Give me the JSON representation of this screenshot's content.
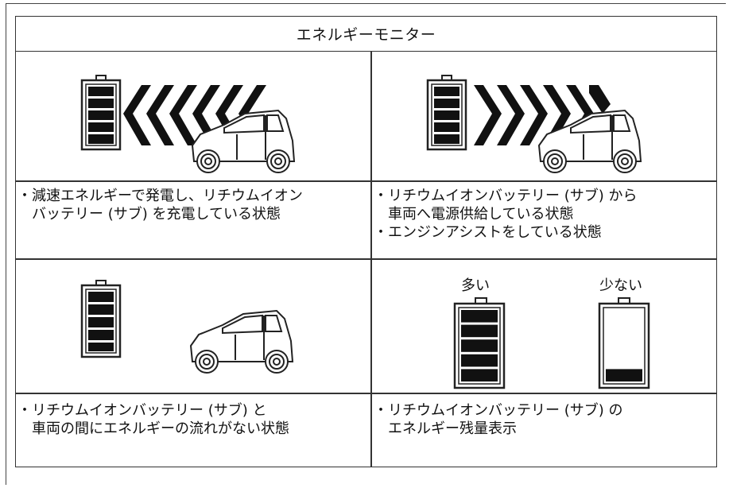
{
  "title": "エネルギーモニター",
  "panels": [
    {
      "id": "charging",
      "description_lines": [
        "減速エネルギーで発電し、リチウムイオン",
        "バッテリー (サブ) を充電している状態"
      ]
    },
    {
      "id": "supplying",
      "description_lines": [
        "リチウムイオンバッテリー (サブ) から",
        "車両へ電源供給している状態",
        "エンジンアシストをしている状態"
      ]
    },
    {
      "id": "no-flow",
      "description_lines": [
        "リチウムイオンバッテリー (サブ) と",
        "車両の間にエネルギーの流れがない状態"
      ]
    },
    {
      "id": "remaining",
      "description_lines": [
        "リチウムイオンバッテリー (サブ) の",
        "エネルギー残量表示"
      ],
      "level_labels": {
        "high": "多い",
        "low": "少ない"
      },
      "battery_levels": {
        "high": 5,
        "low": 1,
        "max": 5
      }
    }
  ],
  "colors": {
    "line": "#333333",
    "fill": "#111111",
    "background": "#ffffff"
  }
}
